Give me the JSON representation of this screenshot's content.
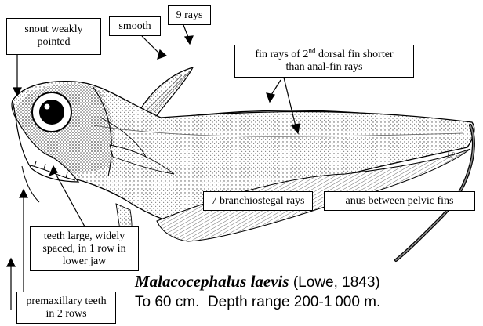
{
  "labels": {
    "snout": [
      "snout weakly",
      "pointed"
    ],
    "smooth": "smooth",
    "rays": "9 rays",
    "fin_rays": [
      "fin rays of 2",
      "nd",
      " dorsal fin shorter",
      "than anal-fin rays"
    ],
    "branchiostegal": "7 branchiostegal rays",
    "anus": "anus between pelvic fins",
    "teeth": [
      "teeth large, widely",
      "spaced, in 1 row in",
      "lower jaw"
    ],
    "premax": [
      "premaxillary teeth",
      "in 2 rows"
    ]
  },
  "species": {
    "name": "Malacocephalus laevis",
    "author": " (Lowe, 1843)",
    "size": "To 60 cm.",
    "depth": "Depth range 200-1 000 m."
  },
  "artist_signature": "LP-",
  "colors": {
    "ink": "#000000",
    "paper": "#ffffff",
    "stipple": "#6b6b6b"
  }
}
